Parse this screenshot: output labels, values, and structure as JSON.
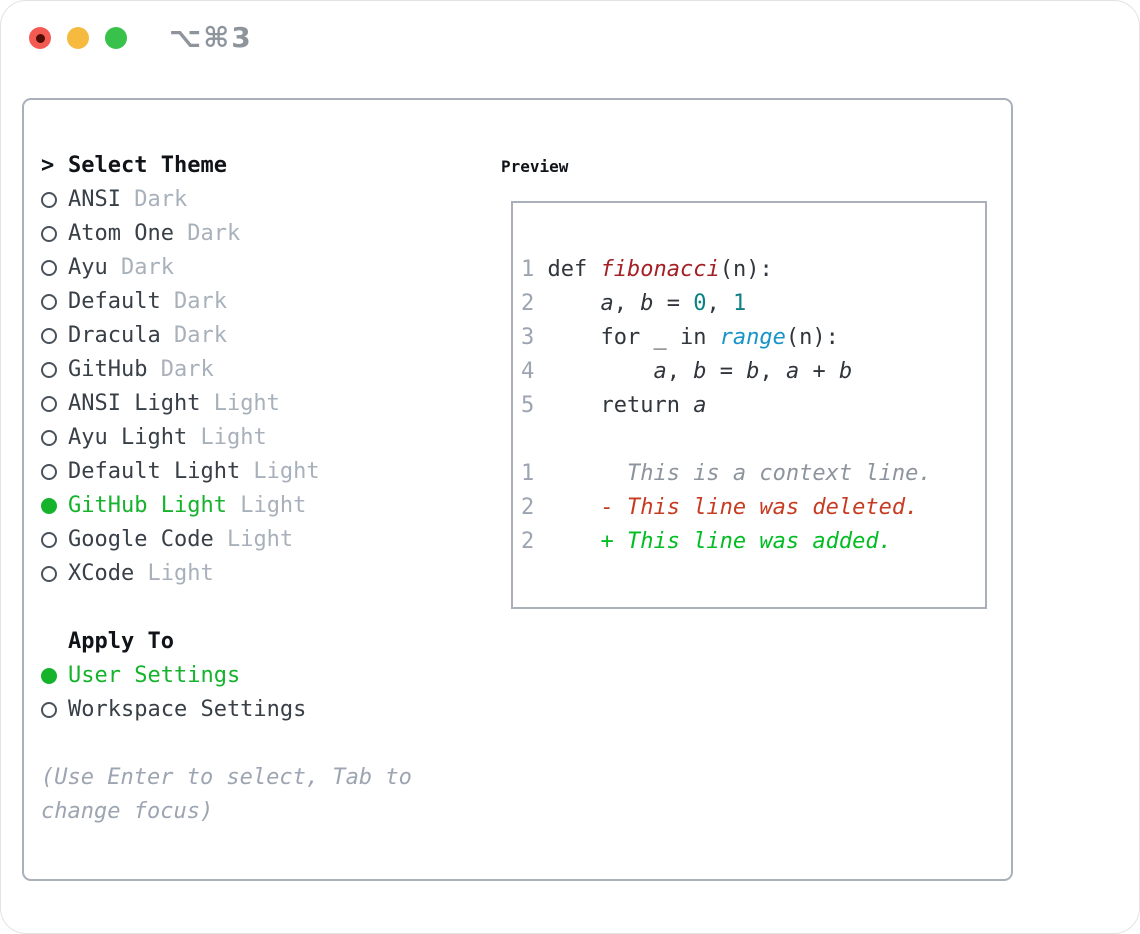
{
  "window": {
    "title": "⌥⌘3",
    "traffic_lights": {
      "close": "red",
      "minimize": "yellow",
      "zoom": "green"
    }
  },
  "colors": {
    "accent_green": "#15b32c",
    "panel_border_gray": "#a9b0ba",
    "muted_gray": "#a8b1bb",
    "function_red": "#a32125",
    "number_teal": "#0c8083",
    "builtin_blue": "#1894c8",
    "diff_deleted_red": "#c63c22",
    "diff_added_green": "#02bd23",
    "traffic_red": "#f35b52",
    "traffic_yellow": "#f6ba3f",
    "traffic_green": "#38c24c"
  },
  "theme_panel": {
    "header": {
      "prefix": ">",
      "label": "Select Theme"
    },
    "items": [
      {
        "name": "ANSI",
        "variant": "Dark",
        "selected": false
      },
      {
        "name": "Atom One",
        "variant": "Dark",
        "selected": false
      },
      {
        "name": "Ayu",
        "variant": "Dark",
        "selected": false
      },
      {
        "name": "Default",
        "variant": "Dark",
        "selected": false
      },
      {
        "name": "Dracula",
        "variant": "Dark",
        "selected": false
      },
      {
        "name": "GitHub",
        "variant": "Dark",
        "selected": false
      },
      {
        "name": "ANSI Light",
        "variant": "Light",
        "selected": false
      },
      {
        "name": "Ayu Light",
        "variant": "Light",
        "selected": false
      },
      {
        "name": "Default Light",
        "variant": "Light",
        "selected": false
      },
      {
        "name": "GitHub Light",
        "variant": "Light",
        "selected": true
      },
      {
        "name": "Google Code",
        "variant": "Light",
        "selected": false
      },
      {
        "name": "XCode",
        "variant": "Light",
        "selected": false
      }
    ],
    "apply_to": {
      "label": "Apply To",
      "options": [
        {
          "label": "User Settings",
          "selected": true
        },
        {
          "label": "Workspace Settings",
          "selected": false
        }
      ]
    },
    "hint": "(Use Enter to select, Tab to change focus)"
  },
  "preview": {
    "label": "Preview",
    "lines": [
      [
        {
          "t": "1 ",
          "s": "ln"
        },
        {
          "t": "def ",
          "s": "code"
        },
        {
          "t": "fibonacci",
          "s": "func"
        },
        {
          "t": "(n):",
          "s": "code"
        }
      ],
      [
        {
          "t": "2",
          "s": "ln"
        },
        {
          "t": "     ",
          "s": "code"
        },
        {
          "t": "a",
          "s": "var"
        },
        {
          "t": ", ",
          "s": "code"
        },
        {
          "t": "b",
          "s": "var"
        },
        {
          "t": " = ",
          "s": "code"
        },
        {
          "t": "0",
          "s": "num"
        },
        {
          "t": ", ",
          "s": "code"
        },
        {
          "t": "1",
          "s": "num"
        }
      ],
      [
        {
          "t": "3",
          "s": "ln"
        },
        {
          "t": "     for _ in ",
          "s": "code"
        },
        {
          "t": "range",
          "s": "builtin"
        },
        {
          "t": "(n):",
          "s": "code"
        }
      ],
      [
        {
          "t": "4",
          "s": "ln"
        },
        {
          "t": "         ",
          "s": "code"
        },
        {
          "t": "a",
          "s": "var"
        },
        {
          "t": ", ",
          "s": "code"
        },
        {
          "t": "b",
          "s": "var"
        },
        {
          "t": " = ",
          "s": "code"
        },
        {
          "t": "b",
          "s": "var"
        },
        {
          "t": ", ",
          "s": "code"
        },
        {
          "t": "a",
          "s": "var"
        },
        {
          "t": " + ",
          "s": "code"
        },
        {
          "t": "b",
          "s": "var"
        }
      ],
      [
        {
          "t": "5",
          "s": "ln"
        },
        {
          "t": "     return ",
          "s": "code"
        },
        {
          "t": "a",
          "s": "var"
        }
      ],
      [],
      [
        {
          "t": "1",
          "s": "ln"
        },
        {
          "t": "       This is a context line.",
          "s": "context"
        }
      ],
      [
        {
          "t": "2",
          "s": "ln"
        },
        {
          "t": "     - This line was deleted.",
          "s": "deleted"
        }
      ],
      [
        {
          "t": "2",
          "s": "ln"
        },
        {
          "t": "     + This line was added.",
          "s": "added"
        }
      ]
    ]
  }
}
